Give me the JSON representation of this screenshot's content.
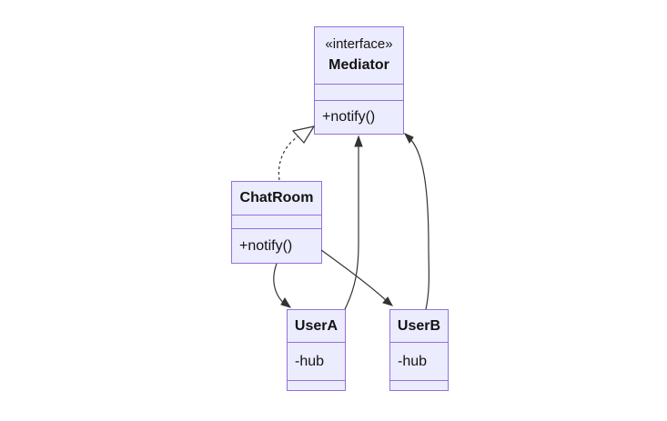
{
  "diagram": {
    "kind": "uml-class-diagram",
    "background": "#ffffff",
    "colors": {
      "node_fill": "#ECECFF",
      "node_border": "#9370DB",
      "edge_line": "#333333",
      "text": "#131313"
    },
    "classes": [
      {
        "id": "mediator",
        "annotation": "«interface»",
        "name": "Mediator",
        "attributes": [],
        "methods": [
          "+notify()"
        ]
      },
      {
        "id": "chatroom",
        "annotation": "",
        "name": "ChatRoom",
        "attributes": [],
        "methods": [
          "+notify()"
        ]
      },
      {
        "id": "usera",
        "annotation": "",
        "name": "UserA",
        "attributes": [
          "-hub"
        ],
        "methods": []
      },
      {
        "id": "userb",
        "annotation": "",
        "name": "UserB",
        "attributes": [
          "-hub"
        ],
        "methods": []
      }
    ],
    "relationships": [
      {
        "from": "ChatRoom",
        "to": "Mediator",
        "type": "realization",
        "line": "dashed",
        "arrowhead": "hollow-triangle"
      },
      {
        "from": "ChatRoom",
        "to": "UserA",
        "type": "association",
        "line": "solid",
        "arrowhead": "open"
      },
      {
        "from": "ChatRoom",
        "to": "UserB",
        "type": "association",
        "line": "solid",
        "arrowhead": "open"
      },
      {
        "from": "UserA",
        "to": "Mediator",
        "type": "association",
        "line": "solid",
        "arrowhead": "open"
      },
      {
        "from": "UserB",
        "to": "Mediator",
        "type": "association",
        "line": "solid",
        "arrowhead": "open"
      }
    ]
  }
}
